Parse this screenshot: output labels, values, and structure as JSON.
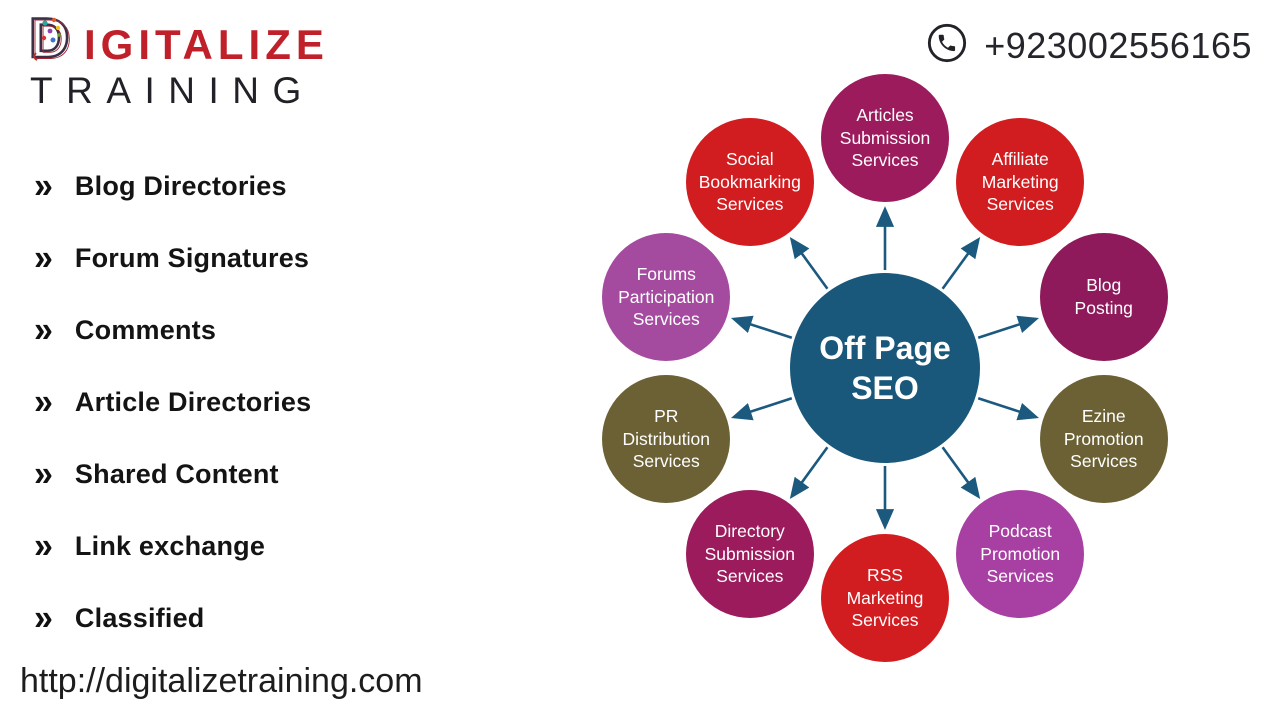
{
  "brand": {
    "name_initial": "D",
    "name_rest": "IGITALIZE",
    "subname": "TRAINING",
    "accent_red": "#c0202a",
    "dark": "#232028"
  },
  "contact": {
    "phone": "+923002556165",
    "phone_icon": "phone-icon"
  },
  "checklist": {
    "bullet": "»",
    "items": [
      "Blog Directories",
      "Forum Signatures",
      "Comments",
      "Article Directories",
      "Shared Content",
      "Link exchange",
      "Classified"
    ]
  },
  "website": {
    "url": "http://digitalizetraining.com"
  },
  "diagram": {
    "title_node": {
      "lines": [
        "Off Page",
        "SEO"
      ],
      "color": "#19587a",
      "text_color": "#ffffff"
    },
    "arrow_color": "#1b5a7e",
    "nodes": [
      {
        "id": "articles-submission",
        "lines": [
          "Articles",
          "Submission",
          "Services"
        ],
        "color": "#9b1b5d"
      },
      {
        "id": "affiliate-marketing",
        "lines": [
          "Affiliate",
          "Marketing",
          "Services"
        ],
        "color": "#d11c20"
      },
      {
        "id": "blog-posting",
        "lines": [
          "Blog",
          "Posting"
        ],
        "color": "#8e1a5c"
      },
      {
        "id": "ezine-promotion",
        "lines": [
          "Ezine",
          "Promotion",
          "Services"
        ],
        "color": "#6b6134"
      },
      {
        "id": "podcast-promotion",
        "lines": [
          "Podcast",
          "Promotion",
          "Services"
        ],
        "color": "#a83fa2"
      },
      {
        "id": "rss-marketing",
        "lines": [
          "RSS",
          "Marketing",
          "Services"
        ],
        "color": "#d11c20"
      },
      {
        "id": "directory-submission",
        "lines": [
          "Directory",
          "Submission",
          "Services"
        ],
        "color": "#9b1b5d"
      },
      {
        "id": "pr-distribution",
        "lines": [
          "PR",
          "Distribution",
          "Services"
        ],
        "color": "#6b6134"
      },
      {
        "id": "forums-participation",
        "lines": [
          "Forums",
          "Participation",
          "Services"
        ],
        "color": "#a44ba0"
      },
      {
        "id": "social-bookmarking",
        "lines": [
          "Social",
          "Bookmarking",
          "Services"
        ],
        "color": "#d11c20"
      }
    ]
  }
}
